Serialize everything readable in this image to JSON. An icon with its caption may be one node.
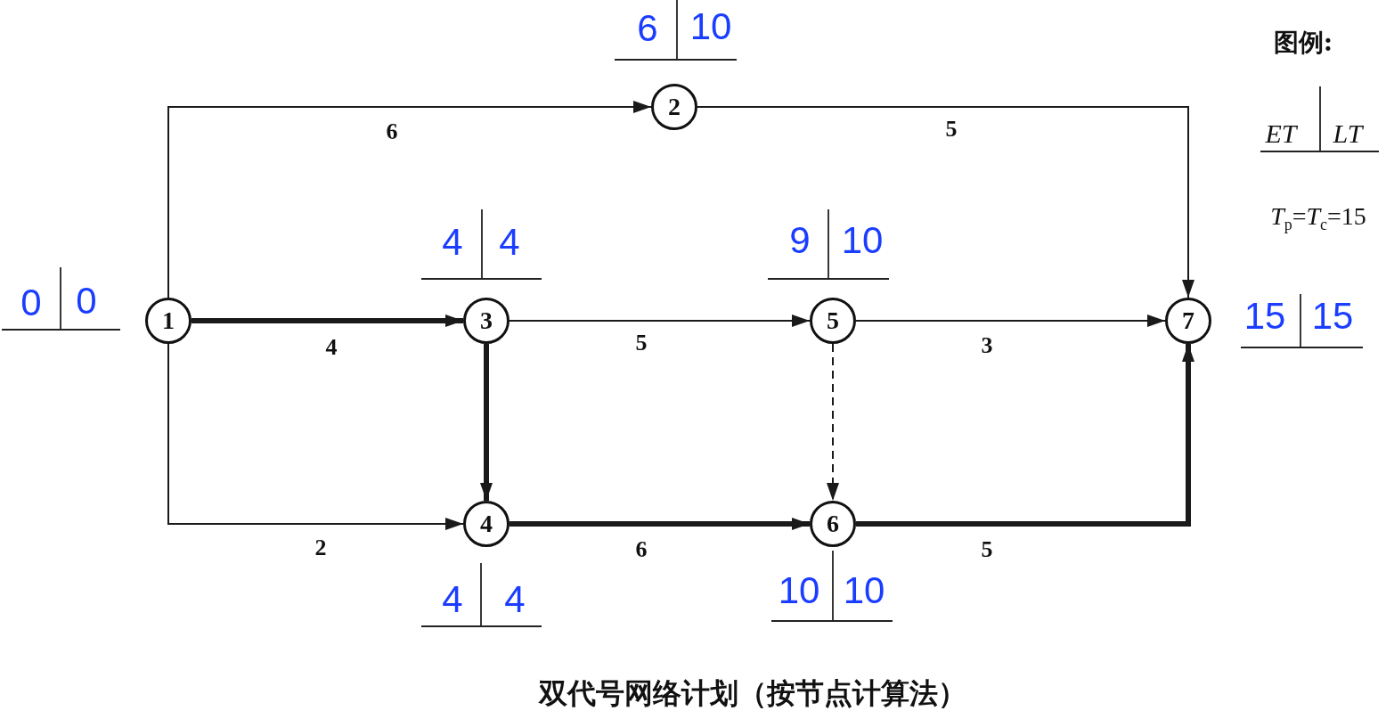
{
  "diagram": {
    "caption": "双代号网络计划（按节点计算法）",
    "nodes": [
      {
        "text": [
          "1"
        ],
        "beside": [
          "0",
          "0"
        ]
      },
      {
        "text": [
          "2"
        ],
        "beside": [
          "6",
          "10"
        ]
      },
      {
        "text": [
          "3"
        ],
        "beside": [
          "4",
          "4"
        ]
      },
      {
        "text": [
          "4"
        ],
        "beside": [
          "4",
          "4"
        ]
      },
      {
        "text": [
          "5"
        ],
        "beside": [
          "9",
          "10"
        ]
      },
      {
        "text": [
          "6"
        ],
        "beside": [
          "10",
          "10"
        ]
      },
      {
        "text": [
          "7"
        ],
        "beside": [
          "15",
          "15"
        ]
      }
    ],
    "edges": [
      {
        "from": 0,
        "to": 1,
        "arrow": "to",
        "label": "6"
      },
      {
        "from": 1,
        "to": 6,
        "arrow": "to",
        "label": "5"
      },
      {
        "from": 0,
        "to": 2,
        "arrow": "to",
        "label": "4",
        "style": "thick"
      },
      {
        "from": 0,
        "to": 3,
        "arrow": "to",
        "label": "2"
      },
      {
        "from": 2,
        "to": 4,
        "arrow": "to",
        "label": "5"
      },
      {
        "from": 2,
        "to": 3,
        "arrow": "to",
        "style": "thick"
      },
      {
        "from": 4,
        "to": 6,
        "arrow": "to",
        "label": "3"
      },
      {
        "from": 4,
        "to": 5,
        "arrow": "to",
        "style": "dashed"
      },
      {
        "from": 3,
        "to": 5,
        "arrow": "to",
        "label": "6",
        "style": "thick"
      },
      {
        "from": 5,
        "to": 6,
        "arrow": "to",
        "label": "5",
        "style": "thick"
      }
    ],
    "labels": [
      "图例:",
      "ET",
      "LT",
      "*T*$_{p}$=*T*$_{c}$=15"
    ]
  }
}
